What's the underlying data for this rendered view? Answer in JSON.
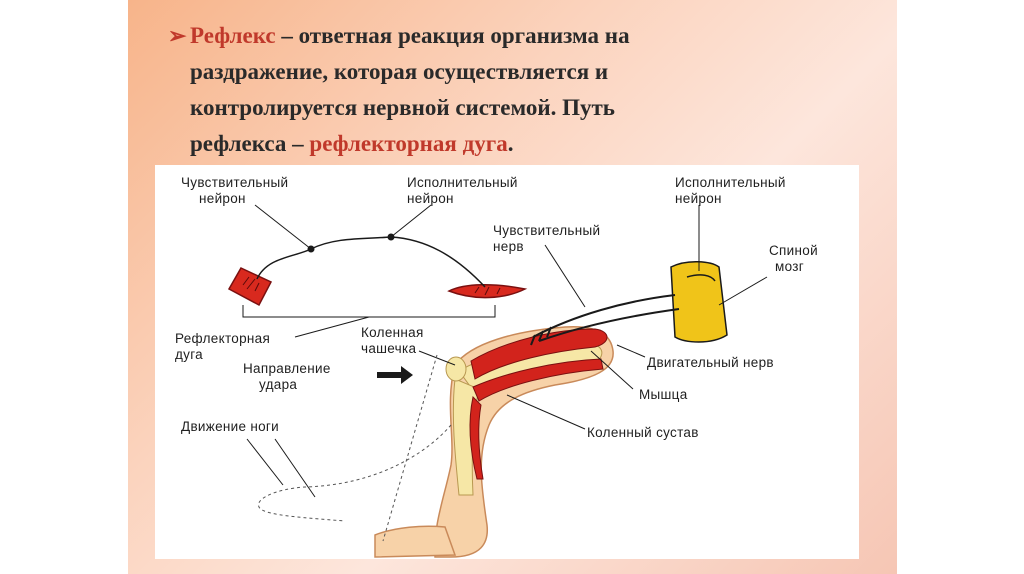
{
  "definition": {
    "term": "Рефлекс",
    "line1_rest": " – ответная реакция организма на",
    "line2": "раздражение, которая осуществляется и",
    "line3": "контролируется нервной системой. Путь",
    "line4_start": "рефлекса – ",
    "line4_highlight": "рефлекторная дуга",
    "line4_end": "."
  },
  "diagram": {
    "labels": {
      "sensory_neuron_1": "Чувствительный",
      "sensory_neuron_2": "нейрон",
      "motor_neuron_top_1": "Исполнительный",
      "motor_neuron_top_2": "нейрон",
      "motor_neuron_right_1": "Исполнительный",
      "motor_neuron_right_2": "нейрон",
      "sensory_nerve_1": "Чувствительный",
      "sensory_nerve_2": "нерв",
      "spinal_cord_1": "Спиной",
      "spinal_cord_2": "мозг",
      "reflex_arc_1": "Рефлекторная",
      "reflex_arc_2": "дуга",
      "kneecap_1": "Коленная",
      "kneecap_2": "чашечка",
      "strike_direction_1": "Направление",
      "strike_direction_2": "удара",
      "motor_nerve": "Двигательный нерв",
      "muscle": "Мышца",
      "knee_joint": "Коленный сустав",
      "leg_movement": "Движение ноги"
    }
  },
  "colors": {
    "accent_red": "#c0392b",
    "muscle_red": "#d2231c",
    "skin": "#f7d2a8",
    "bone": "#f6e7a6",
    "spinal_cord": "#f0c419"
  }
}
